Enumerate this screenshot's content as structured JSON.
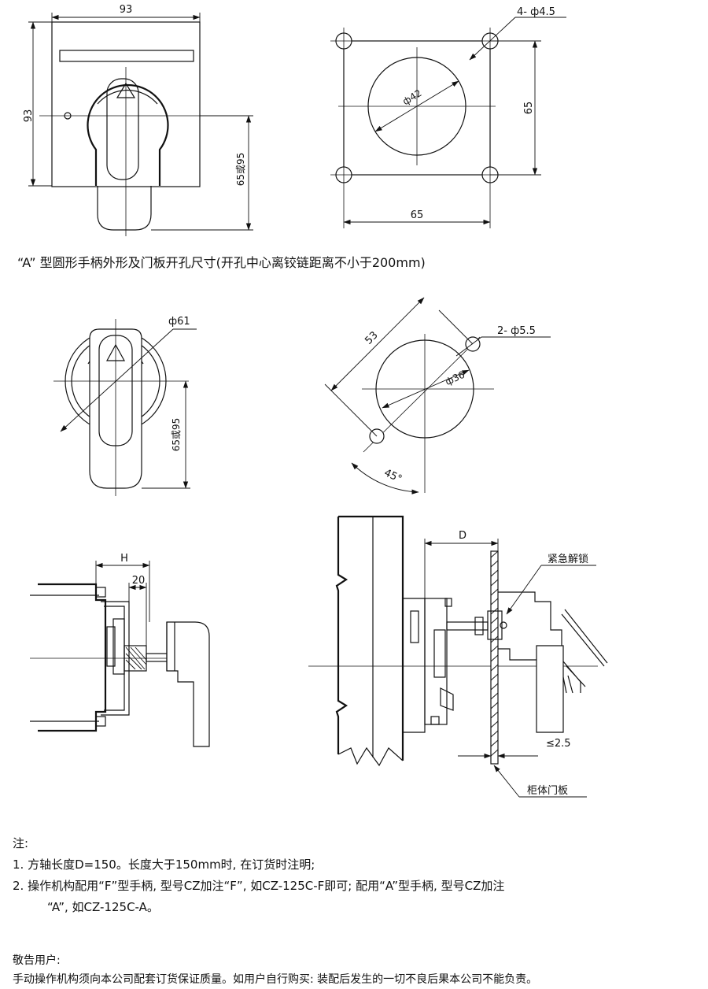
{
  "fig1": {
    "width_dim": "93",
    "height_dim": "93",
    "side_dim": "65或95"
  },
  "fig2": {
    "hole_label": "4- ф4.5",
    "circle_label": "ф42",
    "vertical_dim": "65",
    "horizontal_dim": "65"
  },
  "caption": "“A” 型圆形手柄外形及门板开孔尺寸(开孔中心离铰链距离不小于200mm)",
  "fig3": {
    "circle_label": "ф61",
    "side_dim": "65或95"
  },
  "fig4": {
    "diag_dim": "53",
    "hole_label": "2- ф5.5",
    "circle_label": "ф36",
    "angle_label": "45°"
  },
  "fig5": {
    "h_dim": "H",
    "dim_20": "20"
  },
  "fig6": {
    "d_dim": "D",
    "emergency_label": "紧急解锁",
    "gap_label": "≤2.5",
    "door_label": "柜体门板"
  },
  "notes": {
    "title": "注:",
    "item1": "1. 方轴长度D=150。长度大于150mm时, 在订货时注明;",
    "item2": "2. 操作机构配用“F”型手柄, 型号CZ加注“F”,  如CZ-125C-F即可; 配用“A”型手柄, 型号CZ加注",
    "item2_cont": "“A”, 如CZ-125C-A。"
  },
  "warning": {
    "title": "敬告用户:",
    "body": "手动操作机构须向本公司配套订货保证质量。如用户自行购买: 装配后发生的一切不良后果本公司不能负责。"
  }
}
